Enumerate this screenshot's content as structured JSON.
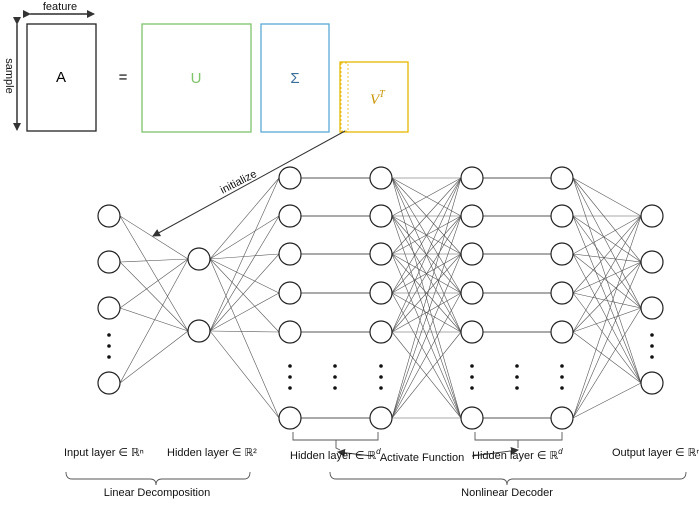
{
  "matrix": {
    "a_label": "A",
    "equals": "=",
    "u_label": "U",
    "sigma_label": "Σ",
    "vt_base": "V",
    "vt_sup": "T",
    "feature_label": "feature",
    "sample_label": "sample",
    "colors": {
      "u": "#7ec46a",
      "sigma": "#5aa9d6",
      "vt": "#e6b800",
      "vt_text": "#c89400",
      "sigma_text": "#3a6e9a"
    }
  },
  "arrows": {
    "initialize": "initialize",
    "activate": "Activate Function"
  },
  "layers": {
    "input": "Input layer ∈ ℝⁿ",
    "hidden_linear": "Hidden layer ∈ ℝ²",
    "hidden_d1_base": "Hidden layer ∈ ℝ",
    "hidden_d2_base": "Hidden layer ∈ ℝ",
    "d_sup": "d",
    "output": "Output layer ∈ ℝⁿ"
  },
  "groups": {
    "linear": "Linear Decomposition",
    "nonlinear": "Nonlinear Decoder"
  }
}
